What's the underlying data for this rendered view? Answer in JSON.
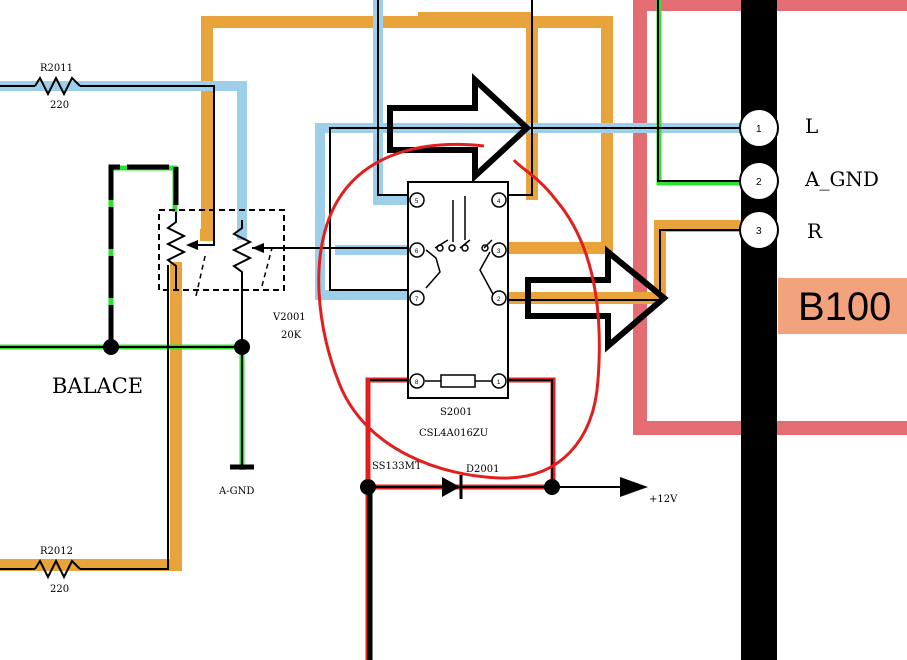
{
  "colors": {
    "trace_orange": "#E8A33A",
    "trace_blue": "#9ECFEA",
    "trace_green": "#2FE02F",
    "trace_red": "#E21F1F",
    "frame_red": "#E36D72",
    "badge": "#F2A27C",
    "wire": "#000000"
  },
  "labels": {
    "r2011_name": "R2011",
    "r2011_value": "220",
    "r2012_name": "R2012",
    "r2012_value": "220",
    "v2001_name": "V2001",
    "v2001_value": "20K",
    "balance": "BALACE",
    "agnd_left": "A-GND",
    "s2001_name": "S2001",
    "s2001_part": "CSL4A016ZU",
    "diode_left": "SS133MT",
    "diode_name": "D2001",
    "supply": "+12V",
    "board_badge": "B100"
  },
  "connector": {
    "pins": [
      {
        "num": "1",
        "label": "L"
      },
      {
        "num": "2",
        "label": "A_GND"
      },
      {
        "num": "3",
        "label": "R"
      }
    ]
  },
  "switch_pins": {
    "left": [
      "5",
      "6",
      "7",
      "8"
    ],
    "right": [
      "4",
      "3",
      "2",
      "1"
    ]
  }
}
